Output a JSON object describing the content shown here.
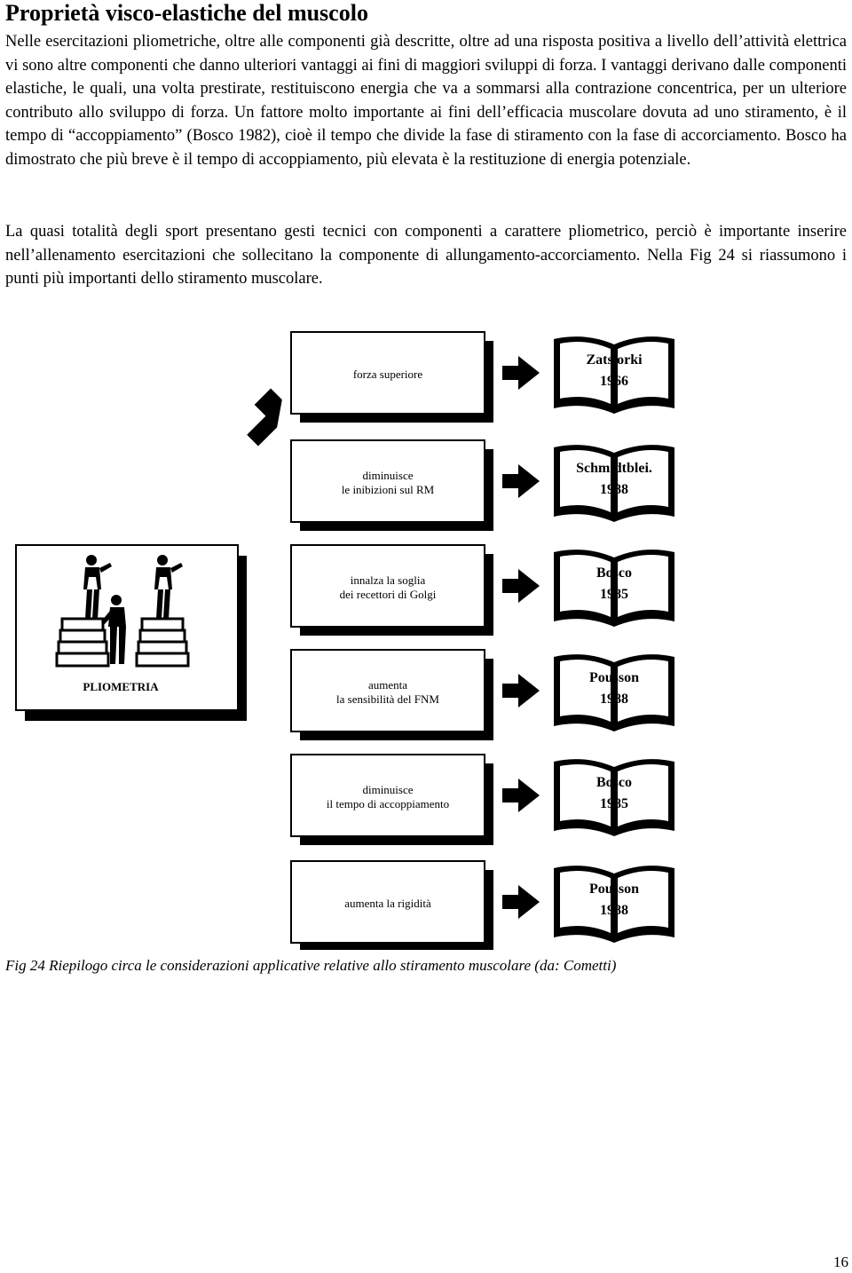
{
  "document": {
    "title": "Proprietà visco-elastiche del muscolo",
    "paragraphs": [
      "Nelle esercitazioni pliometriche, oltre alle componenti già descritte, oltre ad una risposta positiva a livello dell’attività elettrica vi sono altre componenti che danno ulteriori vantaggi ai fini di maggiori sviluppi di forza. I vantaggi derivano dalle componenti elastiche, le quali, una volta prestirate, restituiscono energia che va a sommarsi alla contrazione concentrica, per un ulteriore contributo allo sviluppo di forza. Un fattore molto importante ai fini dell’efficacia muscolare dovuta ad uno stiramento, è il tempo di “accoppiamento” (Bosco 1982), cioè il tempo che divide la fase di stiramento con la fase di accorciamento. Bosco ha dimostrato che più breve è il tempo di accoppiamento, più elevata è la restituzione di energia potenziale.",
      "La quasi totalità degli sport presentano gesti tecnici con componenti a carattere pliometrico, perciò è importante inserire nell’allenamento esercitazioni che sollecitano la componente di allungamento-accorciamento. Nella Fig 24 si riassumono i punti più importanti dello stiramento muscolare."
    ],
    "caption": "Fig 24 Riepilogo circa le considerazioni applicative relative allo stiramento muscolare (da: Cometti)",
    "page_number": "16"
  },
  "figure": {
    "source_label": "PLIOMETRIA",
    "effects": [
      {
        "line1": "forza superiore",
        "line2": "",
        "author": "Zatsiorki",
        "year": "1966"
      },
      {
        "line1": "diminuisce",
        "line2": "le inibizioni sul RM",
        "author": "Schmidtblei.",
        "year": "1988"
      },
      {
        "line1": "innalza la soglia",
        "line2": "dei recettori di Golgi",
        "author": "Bosco",
        "year": "1985"
      },
      {
        "line1": "aumenta",
        "line2": "la sensibilità del FNM",
        "author": "Pousson",
        "year": "1988"
      },
      {
        "line1": "diminuisce",
        "line2": "il tempo di accoppiamento",
        "author": "Bosco",
        "year": "1985"
      },
      {
        "line1": "aumenta la rigidità",
        "line2": "",
        "author": "Pousson",
        "year": "1988"
      }
    ]
  }
}
